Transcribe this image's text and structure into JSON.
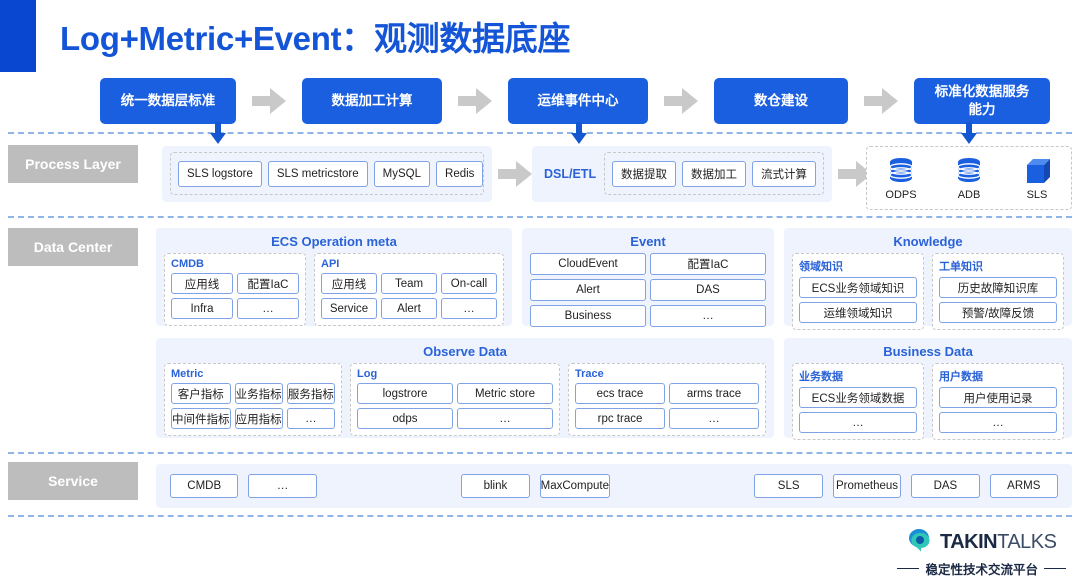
{
  "title": "Log+Metric+Event：观测数据底座",
  "colors": {
    "brand_blue": "#1a5fe0",
    "title_blue": "#1355d6",
    "accent_bar": "#0a47d1",
    "panel_bg": "#eef3fd",
    "chip_border": "#7fa3e4",
    "label_grey": "#bdbdbd",
    "dashed_line": "#8fb4e8"
  },
  "flow": {
    "steps": [
      {
        "label": "统一数据层标准"
      },
      {
        "label": "数据加工计算"
      },
      {
        "label": "运维事件中心"
      },
      {
        "label": "数仓建设"
      },
      {
        "label": "标准化数据服务\n能力"
      }
    ],
    "arrow_icon": "right-arrow-icon"
  },
  "rows": {
    "process_layer": "Process Layer",
    "data_center": "Data Center",
    "service": "Service"
  },
  "process": {
    "storage_chips": [
      "SLS logstore",
      "SLS metricstore",
      "MySQL",
      "Redis"
    ],
    "dsl_label": "DSL/ETL",
    "etl_chips": [
      "数据提取",
      "数据加工",
      "流式计算"
    ],
    "sinks": [
      {
        "label": "ODPS",
        "icon": "database-cylinder-icon"
      },
      {
        "label": "ADB",
        "icon": "database-cylinder-icon"
      },
      {
        "label": "SLS",
        "icon": "cube-icon"
      }
    ]
  },
  "panels": {
    "ecs": {
      "title": "ECS Operation meta",
      "groups": [
        {
          "label": "CMDB",
          "chips": [
            "应用线",
            "配置IaC",
            "Infra",
            "…"
          ]
        },
        {
          "label": "API",
          "chips": [
            "应用线",
            "Team",
            "On-call",
            "Service",
            "Alert",
            "…"
          ]
        }
      ]
    },
    "event": {
      "title": "Event",
      "chips": [
        "CloudEvent",
        "配置IaC",
        "Alert",
        "DAS",
        "Business",
        "…"
      ]
    },
    "knowledge": {
      "title": "Knowledge",
      "groups": [
        {
          "label": "领域知识",
          "chips": [
            "ECS业务领域知识",
            "运维领域知识"
          ]
        },
        {
          "label": "工单知识",
          "chips": [
            "历史故障知识库",
            "预警/故障反馈"
          ]
        }
      ]
    },
    "observe": {
      "title": "Observe Data",
      "groups": [
        {
          "label": "Metric",
          "chips": [
            "客户指标",
            "业务指标",
            "服务指标",
            "中间件指标",
            "应用指标",
            "…"
          ]
        },
        {
          "label": "Log",
          "chips": [
            "logstrore",
            "Metric store",
            "odps",
            "…"
          ]
        },
        {
          "label": "Trace",
          "chips": [
            "ecs trace",
            "arms trace",
            "rpc trace",
            "…"
          ]
        }
      ]
    },
    "business": {
      "title": "Business Data",
      "groups": [
        {
          "label": "业务数据",
          "chips": [
            "ECS业务领域数据",
            "…"
          ]
        },
        {
          "label": "用户数据",
          "chips": [
            "用户使用记录",
            "…"
          ]
        }
      ]
    },
    "service": {
      "chips": [
        "CMDB",
        "…",
        "blink",
        "MaxCompute",
        "SLS",
        "Prometheus",
        "DAS",
        "ARMS"
      ]
    }
  },
  "logo": {
    "mark_icon": "speech-bubble-icon",
    "word_bold": "TAKIN",
    "word_thin": "TALKS",
    "tagline": "稳定性技术交流平台"
  }
}
